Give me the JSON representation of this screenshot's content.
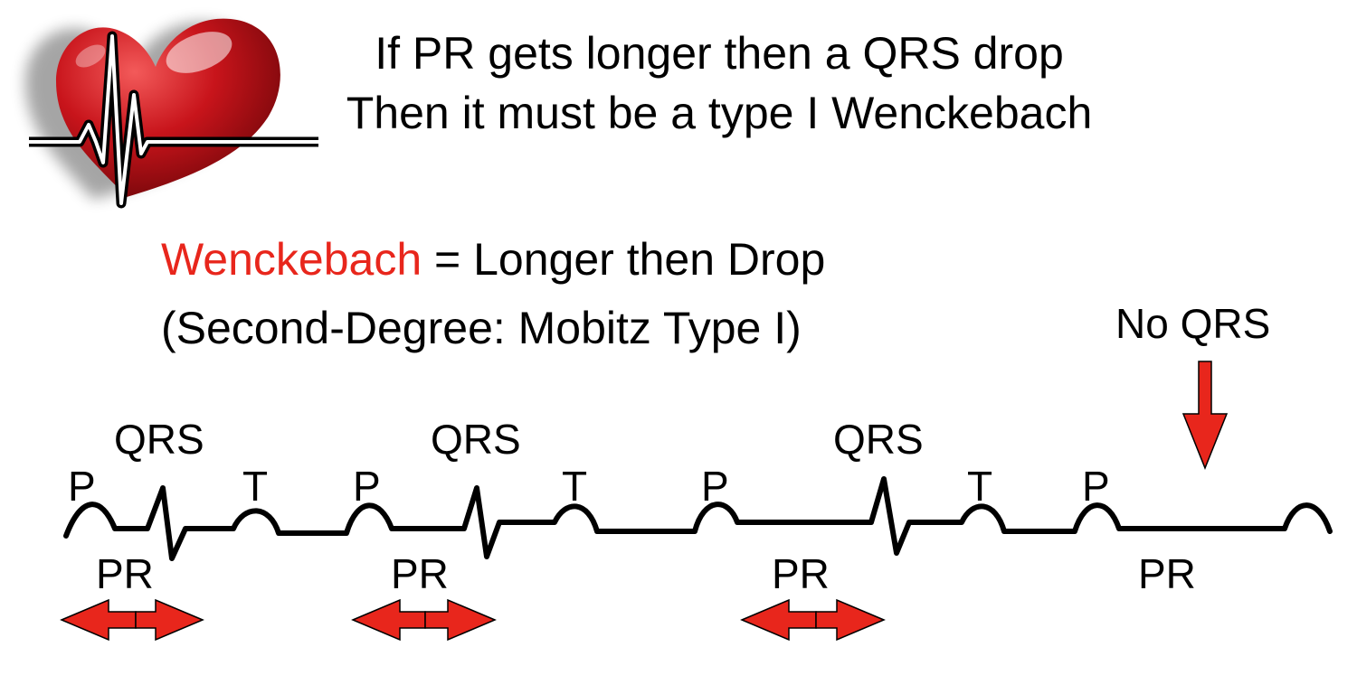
{
  "headline": {
    "line1": "If PR gets longer then a QRS drop",
    "line2": "Then it must be a type I Wenckebach"
  },
  "summary": {
    "term": "Wenckebach",
    "definition": " = Longer then Drop",
    "classification": "(Second-Degree: Mobitz Type I)"
  },
  "colors": {
    "accent": "#e8261c",
    "heart": "#c8141b",
    "trace": "#000000"
  },
  "ecg": {
    "drop_label": "No QRS",
    "beats": [
      {
        "p": "P",
        "qrs": "QRS",
        "t": "T",
        "pr": "PR"
      },
      {
        "p": "P",
        "qrs": "QRS",
        "t": "T",
        "pr": "PR"
      },
      {
        "p": "P",
        "qrs": "QRS",
        "t": "T",
        "pr": "PR"
      },
      {
        "p": "P",
        "pr": "PR"
      }
    ]
  }
}
